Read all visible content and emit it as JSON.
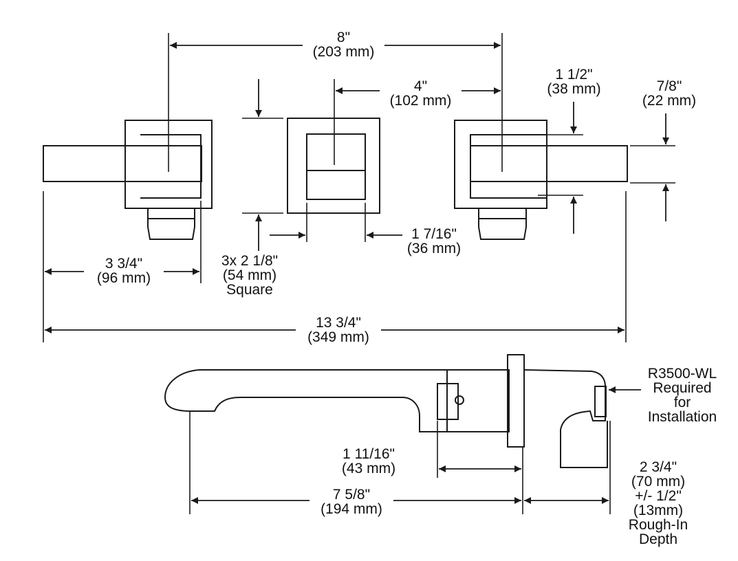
{
  "colors": {
    "line": "#1a1a1a",
    "background": "#ffffff"
  },
  "dimensions": {
    "overall_height": {
      "imperial": "8\"",
      "metric": "(203 mm)"
    },
    "center_spacing": {
      "imperial": "4\"",
      "metric": "(102 mm)"
    },
    "handle_height": {
      "imperial": "1 1/2\"",
      "metric": "(38 mm)"
    },
    "spout_height": {
      "imperial": "7/8\"",
      "metric": "(22 mm)"
    },
    "handle_length": {
      "imperial": "3 3/4\"",
      "metric": "(96 mm)"
    },
    "escutcheon": {
      "line1": "3x 2 1/8\"",
      "line2": "(54 mm)",
      "line3": "Square"
    },
    "spout_width": {
      "imperial": "1 7/16\"",
      "metric": "(36 mm)"
    },
    "overall_width": {
      "imperial": "13 3/4\"",
      "metric": "(349 mm)"
    },
    "spout_base": {
      "imperial": "1 11/16\"",
      "metric": "(43 mm)"
    },
    "spout_reach": {
      "imperial": "7 5/8\"",
      "metric": "(194 mm)"
    },
    "rough_in": {
      "line1": "2 3/4\"",
      "line2": "(70 mm)",
      "line3": "+/- 1/2\"",
      "line4": "(13mm)",
      "line5": "Rough-In",
      "line6": "Depth"
    }
  },
  "note": {
    "line1": "R3500-WL",
    "line2": "Required",
    "line3": "for",
    "line4": "Installation"
  }
}
